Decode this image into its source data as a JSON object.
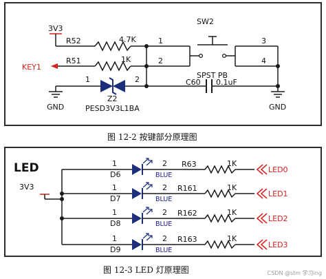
{
  "key_circuit": {
    "power_label": "3V3",
    "r52": {
      "ref": "R52",
      "value": "4.7K"
    },
    "r51": {
      "ref": "R51",
      "value": "1K"
    },
    "input_label": "KEY1",
    "diode": {
      "ref": "Z2",
      "part": "PESD3V3L1BA",
      "pin1": "1",
      "pin2": "2"
    },
    "switch": {
      "ref": "SW2",
      "part": "SPST PB"
    },
    "pins": [
      "1",
      "2",
      "3",
      "4"
    ],
    "cap": {
      "ref": "C60",
      "value": "0.1uF"
    },
    "gnd_left": "GND",
    "gnd_right": "GND"
  },
  "caption1": "图 12-2  按键部分原理图",
  "led_circuit": {
    "title": "LED",
    "power_label": "3V3",
    "leds": [
      {
        "ref": "D6",
        "color": "BLUE",
        "pin1": "1",
        "pin2": "2",
        "res": "R63",
        "res_value": "1K",
        "net": "LED0"
      },
      {
        "ref": "D7",
        "color": "BLUE",
        "pin1": "1",
        "pin2": "2",
        "res": "R161",
        "res_value": "1K",
        "net": "LED1"
      },
      {
        "ref": "D8",
        "color": "BLUE",
        "pin1": "1",
        "pin2": "2",
        "res": "R162",
        "res_value": "1K",
        "net": "LED2"
      },
      {
        "ref": "D9",
        "color": "BLUE",
        "pin1": "1",
        "pin2": "2",
        "res": "R163",
        "res_value": "1K",
        "net": "LED3"
      }
    ]
  },
  "caption2": "图 12-3  LED 灯原理图",
  "watermark": "CSDN @stm 学习ing",
  "colors": {
    "wire": "#1a1a1a",
    "red": "#d81e1e",
    "diode": "#1d2f7a",
    "text_blue": "#1a1a8c"
  }
}
